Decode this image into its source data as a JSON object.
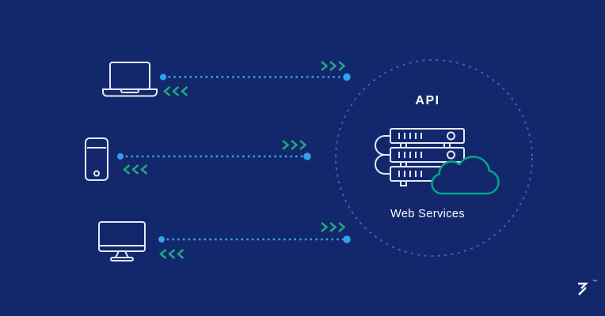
{
  "diagram": {
    "api_label": "API",
    "services_label": "Web Services",
    "description": "Three client devices exchange requests and responses with an API providing web services",
    "clients": [
      {
        "icon": "laptop-icon",
        "sends": "request",
        "receives": "response"
      },
      {
        "icon": "smartphone-icon",
        "sends": "request",
        "receives": "response"
      },
      {
        "icon": "desktop-monitor-icon",
        "sends": "request",
        "receives": "response"
      }
    ],
    "api_node": {
      "icons": [
        "server-stack-icon",
        "cloud-icon"
      ],
      "boundary": "dotted-circle"
    }
  },
  "branding": {
    "trademark": "™",
    "logo_icon": "toptal-logo-icon"
  },
  "colors": {
    "background": "#13276d",
    "device_outline": "#e4e9f3",
    "connection_blue": "#3fa0e6",
    "endpoint_blue": "#31a2ee",
    "chevron_green": "#21a47c",
    "cloud_green": "#00a886",
    "circle_outline": "#2e6ab4",
    "text": "#ffffff"
  }
}
